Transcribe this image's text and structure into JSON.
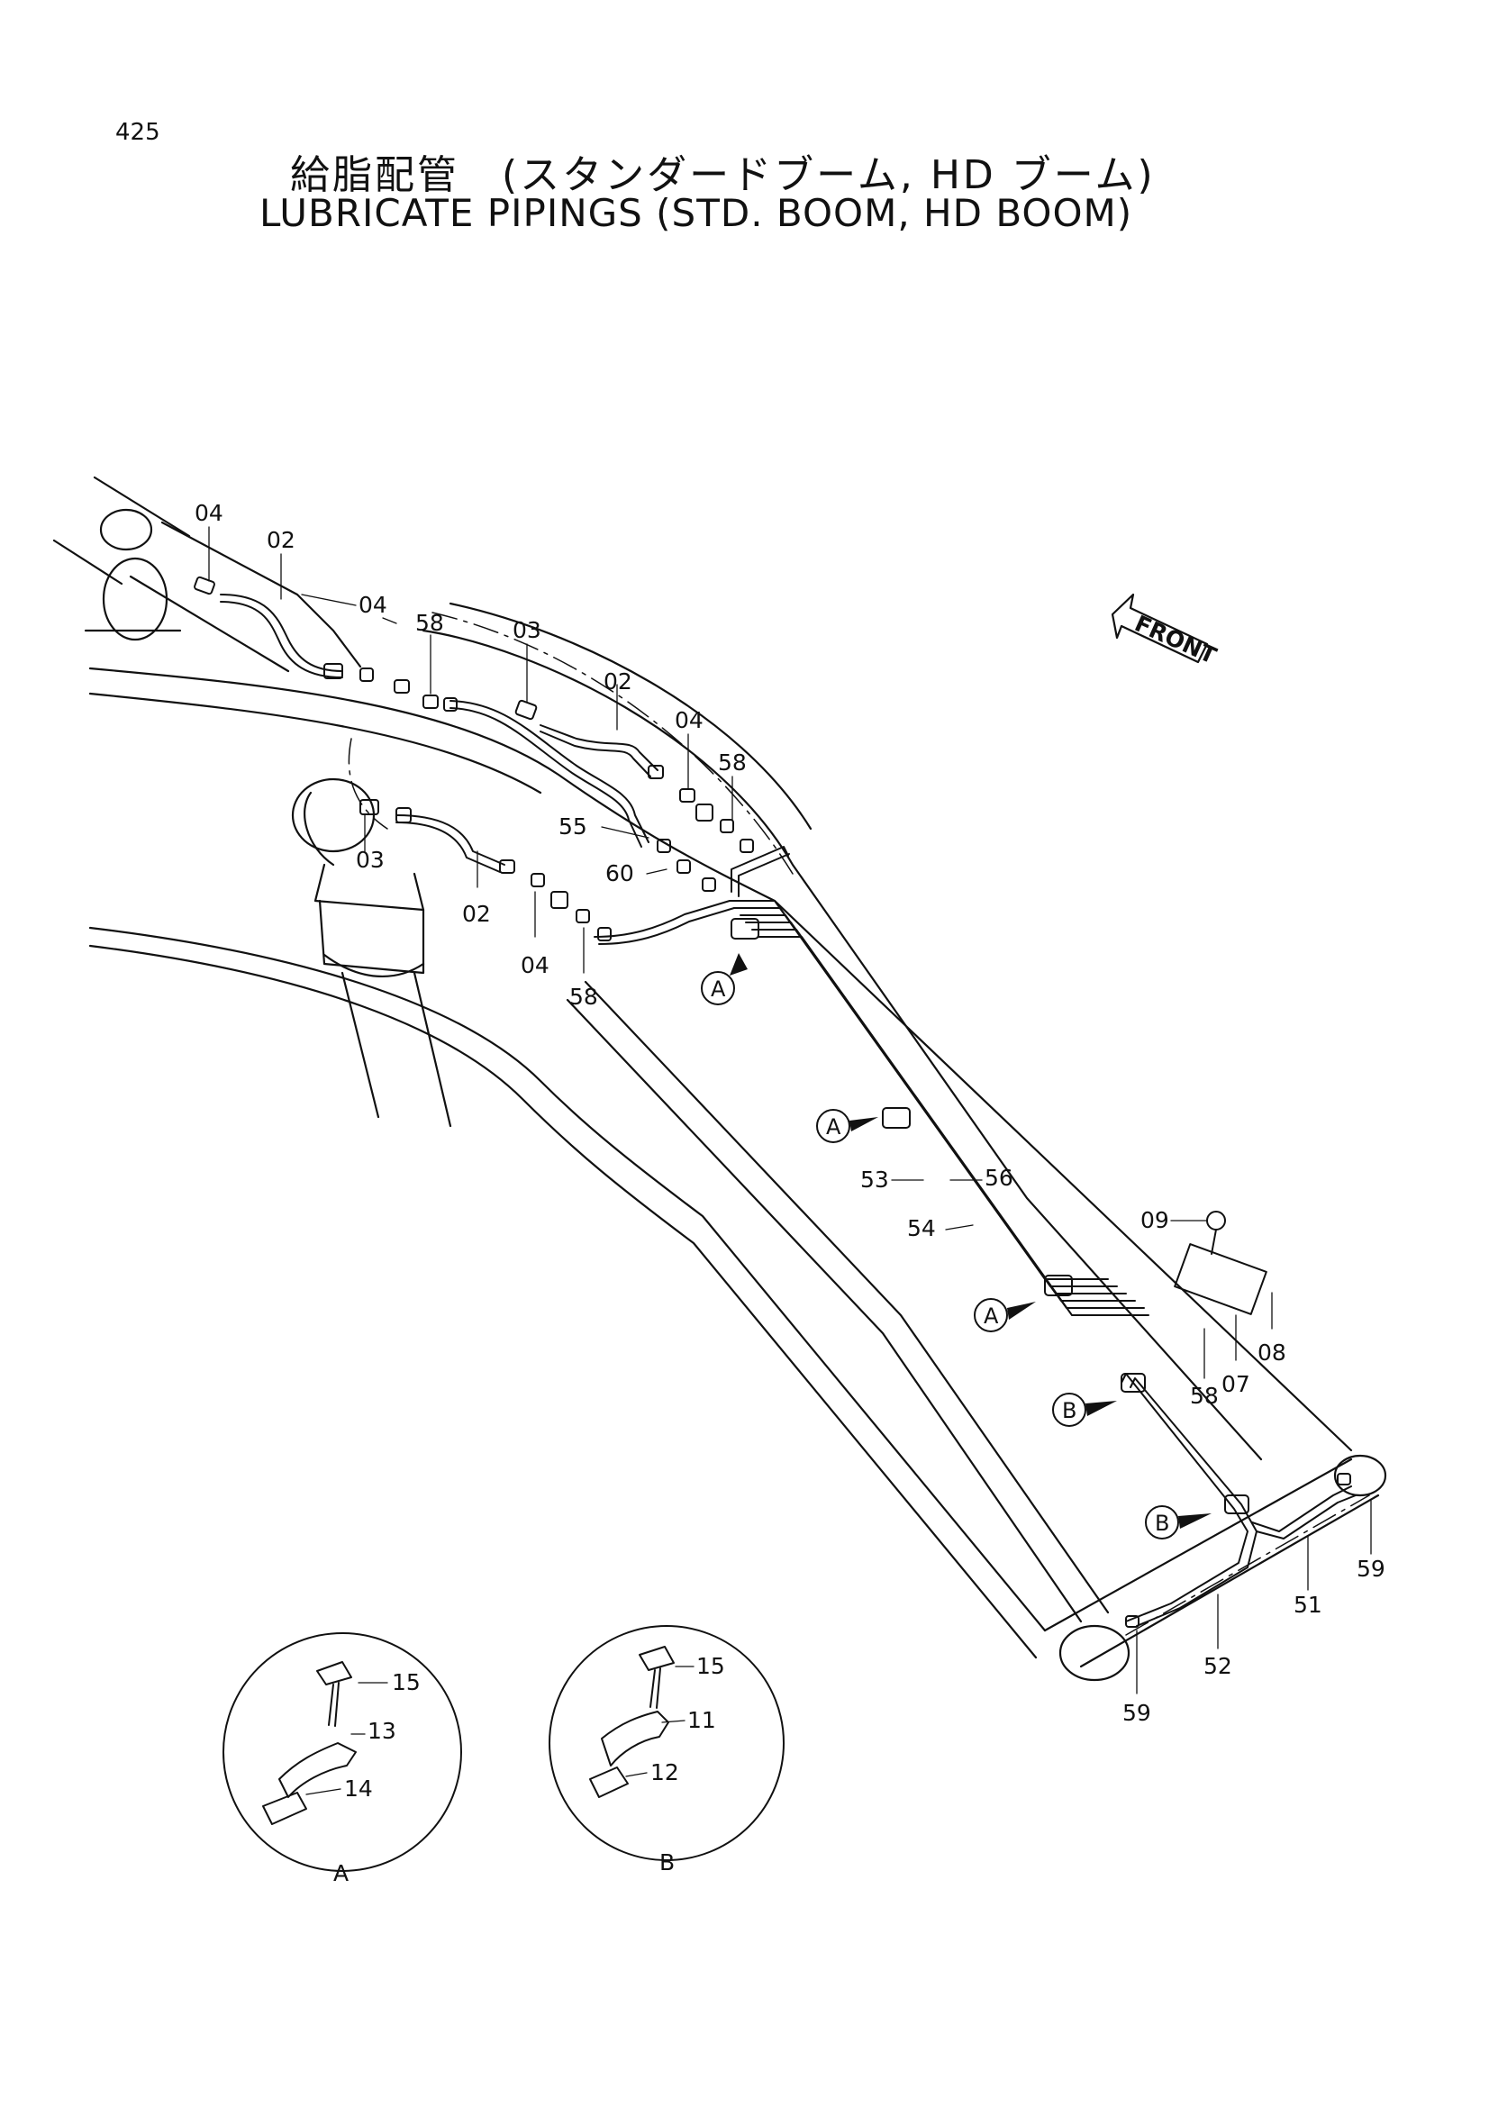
{
  "page_number": "425",
  "title_jp": "給脂配管　(スタンダードブーム, HD ブーム)",
  "title_en": "LUBRICATE PIPINGS (STD. BOOM, HD BOOM)",
  "front_arrow_label": "FRONT",
  "part_labels": {
    "p04a": "04",
    "p02a": "02",
    "p04b": "04",
    "p58a": "58",
    "p03a": "03",
    "p02b": "02",
    "p04c": "04",
    "p58b": "58",
    "p55": "55",
    "p60": "60",
    "p03b": "03",
    "p02c": "02",
    "p04d": "04",
    "p58c": "58",
    "p53": "53",
    "p56": "56",
    "p54": "54",
    "p09": "09",
    "p08": "08",
    "p07": "07",
    "p58d": "58",
    "p59a": "59",
    "p51": "51",
    "p52": "52",
    "p59b": "59"
  },
  "callouts": {
    "a1": "A",
    "a2": "A",
    "a3": "A",
    "b1": "B",
    "b2": "B"
  },
  "detail_a": {
    "label": "A",
    "p15": "15",
    "p13": "13",
    "p14": "14"
  },
  "detail_b": {
    "label": "B",
    "p15": "15",
    "p11": "11",
    "p12": "12"
  }
}
